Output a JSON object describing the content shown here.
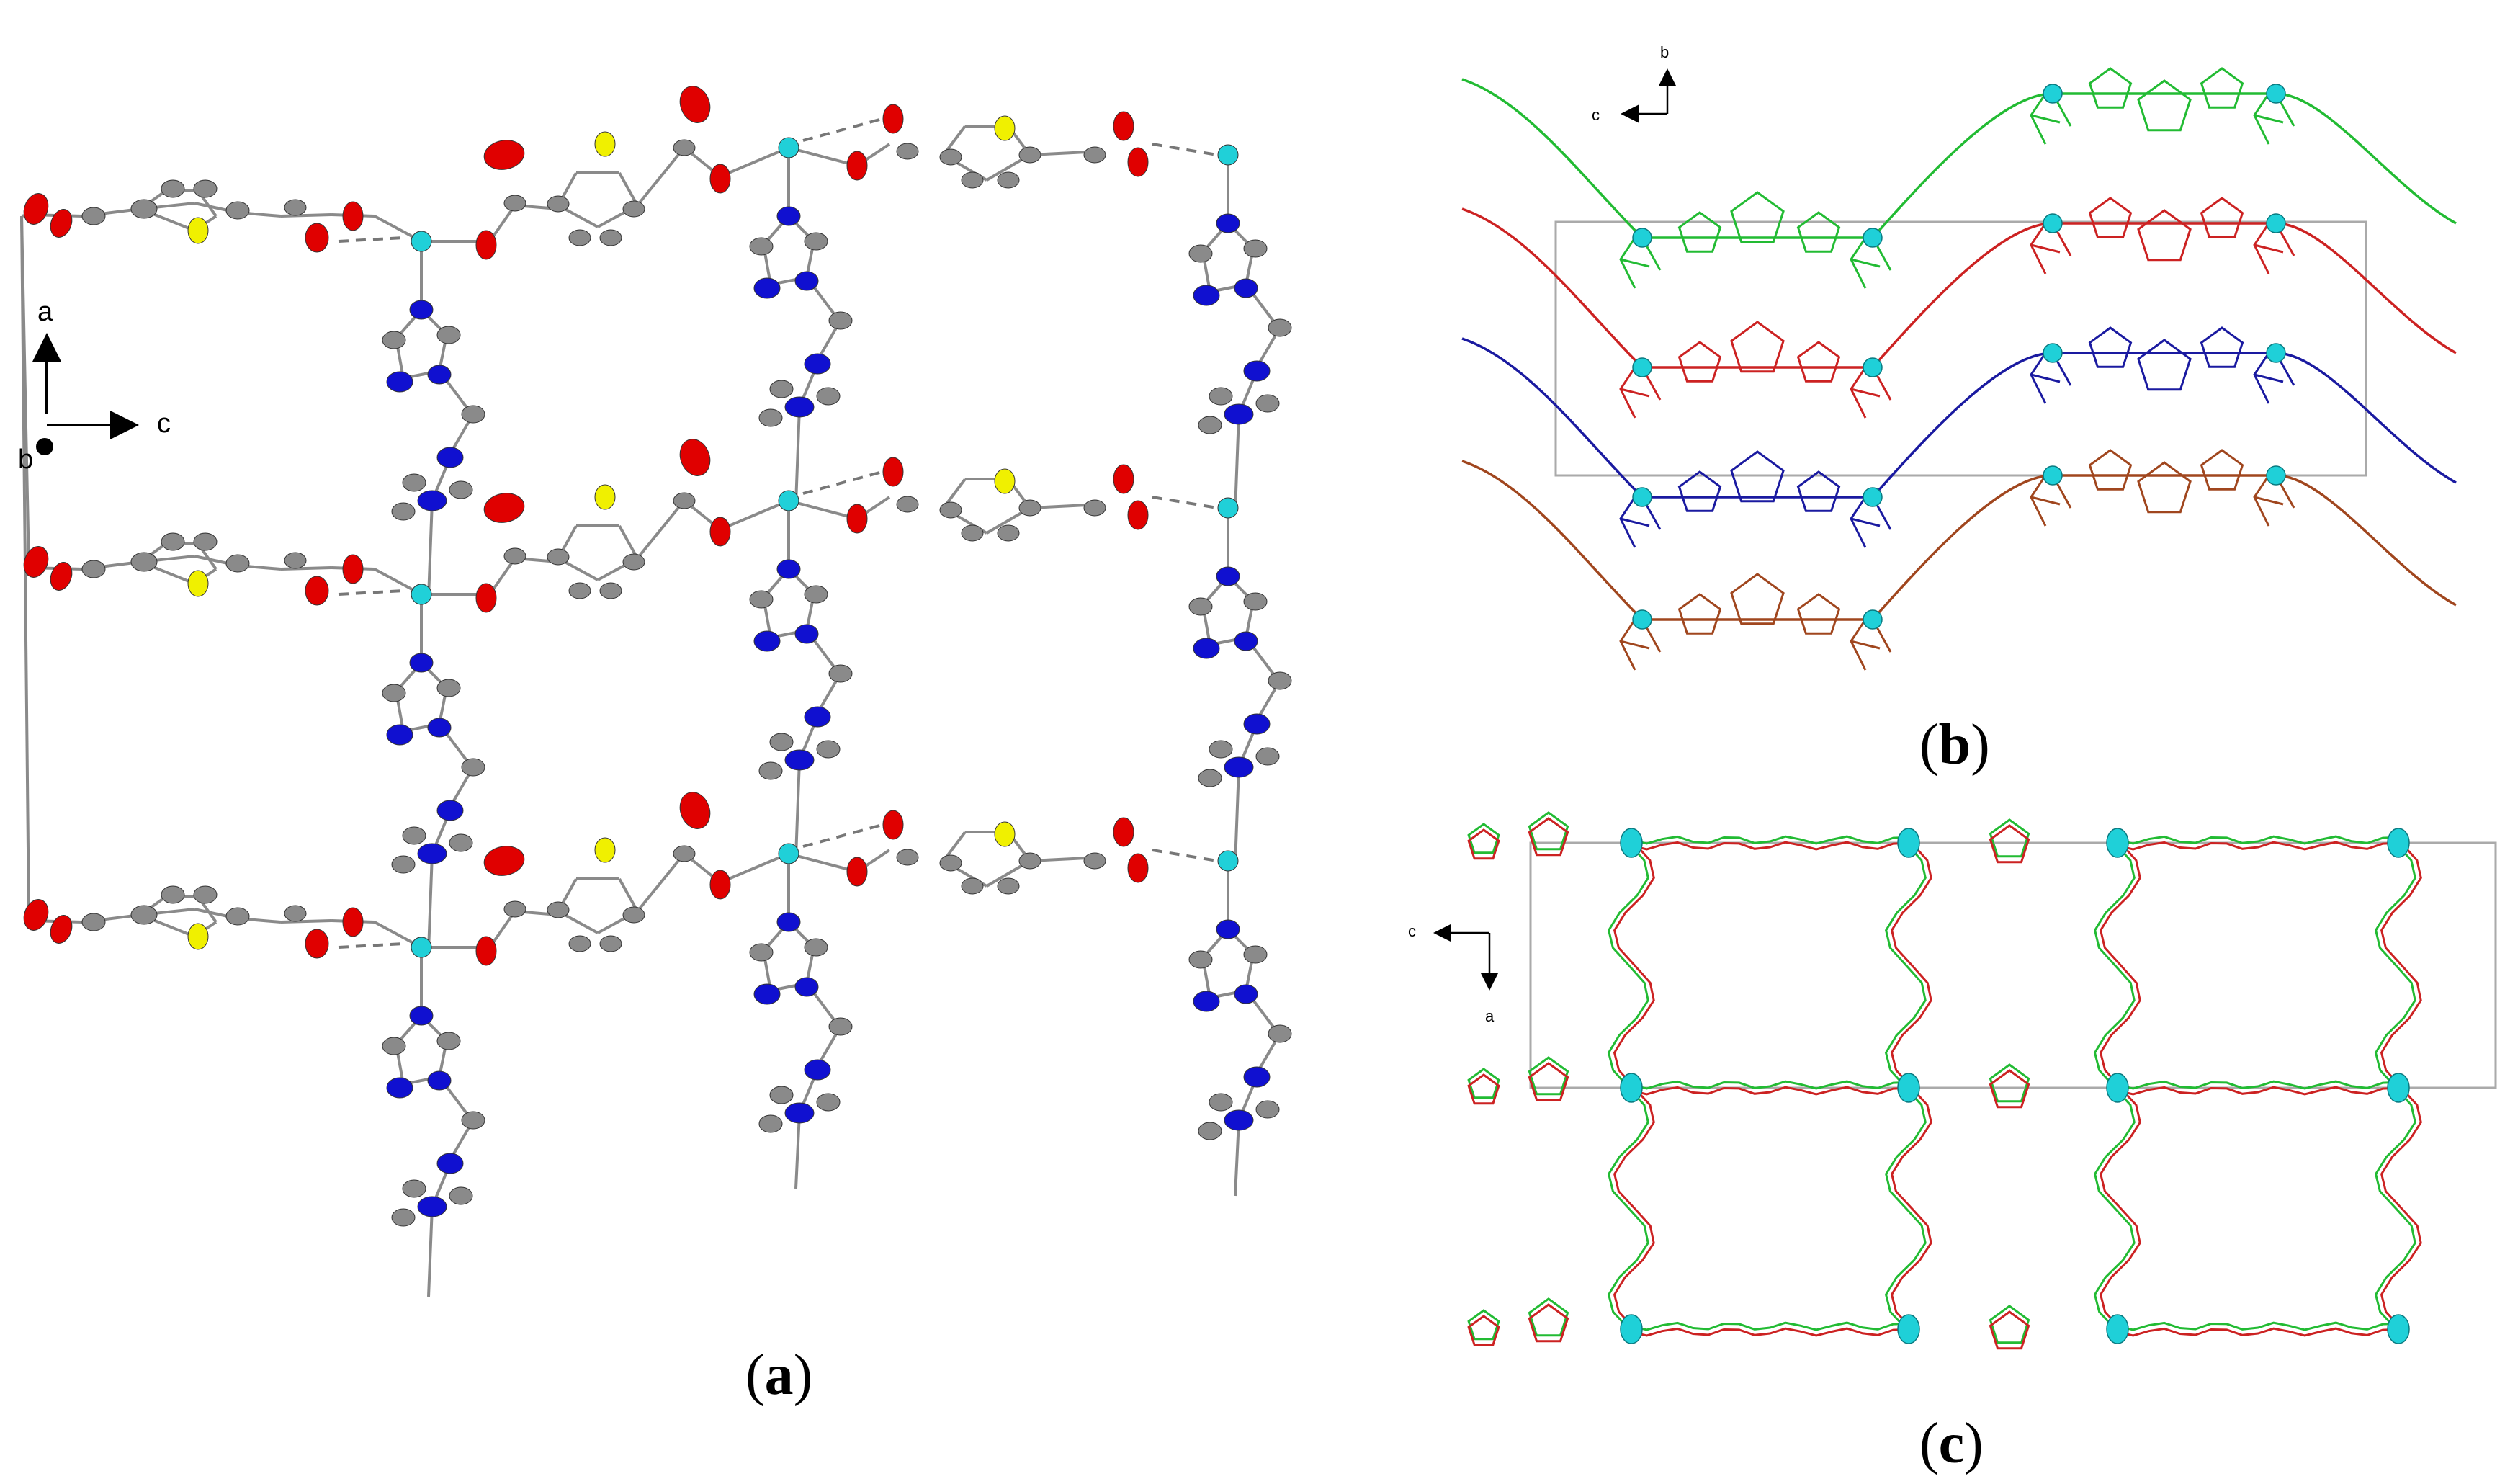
{
  "panels": {
    "a": {
      "caption_open": "(",
      "caption_letter": "a",
      "caption_close": ")",
      "axis_labels": {
        "a": "a",
        "b": "b",
        "c": "c"
      }
    },
    "b": {
      "caption_open": "(",
      "caption_letter": "b",
      "caption_close": ")",
      "axis_labels": {
        "b": "b",
        "c": "c"
      },
      "chain_colors": [
        "#22bb33",
        "#cc2222",
        "#1a1aa0",
        "#a0461e"
      ]
    },
    "c": {
      "caption_open": "(",
      "caption_letter": "c",
      "caption_close": ")",
      "axis_labels": {
        "c": "c",
        "a": "a"
      },
      "layer_colors": [
        "#22bb33",
        "#cc2222"
      ]
    }
  },
  "atom_colors": {
    "carbon": "#8a8a8a",
    "oxygen": "#e00000",
    "nitrogen": "#1010d0",
    "sulfur": "#f0f000",
    "metal": "#20d0d8"
  }
}
